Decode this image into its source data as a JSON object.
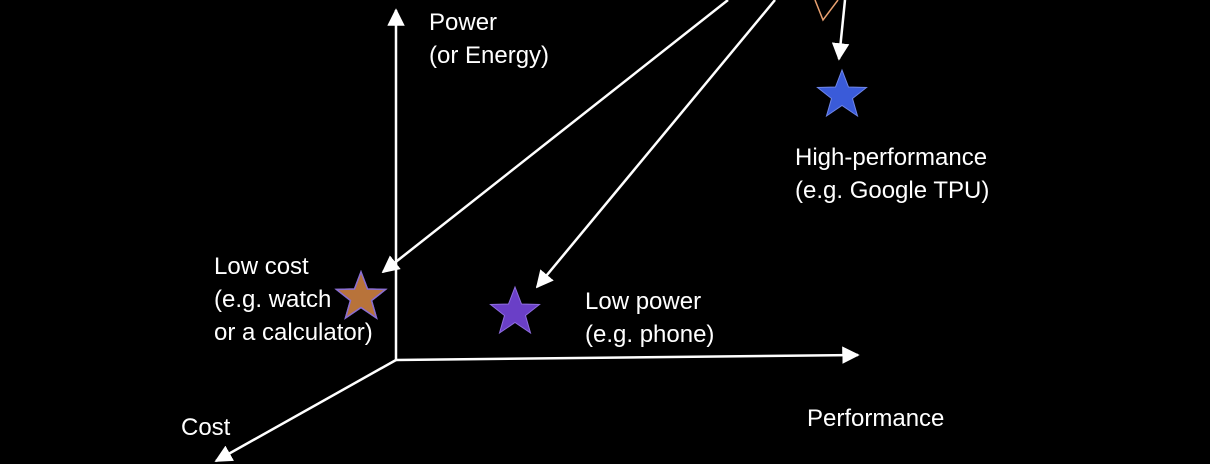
{
  "axes": {
    "power": [
      "Power",
      "(or Energy)"
    ],
    "performance": "Performance",
    "cost": "Cost"
  },
  "points": {
    "high_performance": {
      "lines": [
        "High-performance",
        "(e.g. Google TPU)"
      ],
      "color": "#3a5bd9"
    },
    "low_power": {
      "lines": [
        "Low power",
        "(e.g. phone)"
      ],
      "color": "#6a3fc7"
    },
    "low_cost": {
      "lines": [
        "Low cost",
        "(e.g. watch",
        "or a calculator)"
      ],
      "color": "#b8733a"
    }
  },
  "colors": {
    "background": "#000000",
    "axis": "#ffffff",
    "callout_outline": "#e8a070"
  }
}
